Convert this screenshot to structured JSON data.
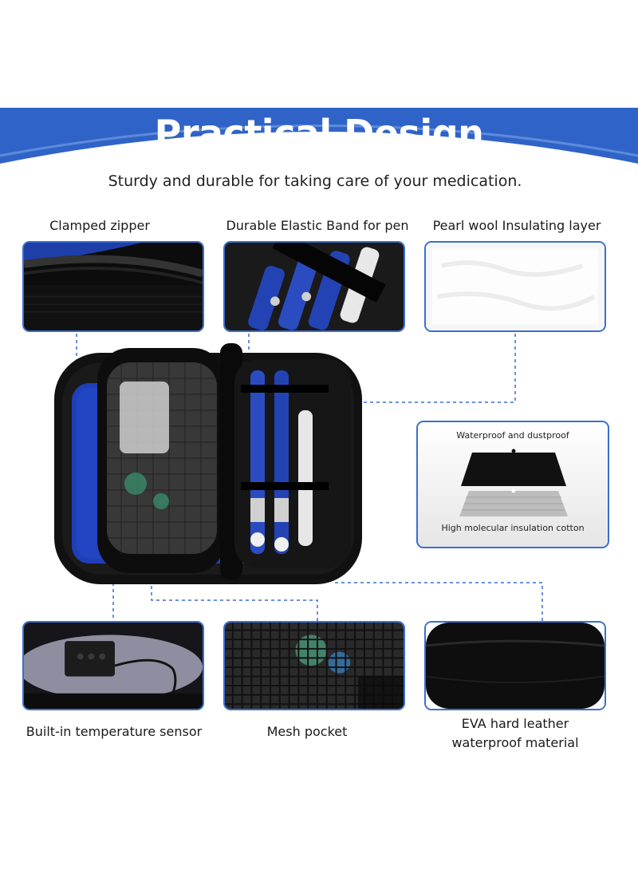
{
  "header": {
    "title": "Practical Design",
    "subtitle": "Sturdy and durable for taking care of your medication.",
    "banner_color": "#2f63c8"
  },
  "features_top": [
    {
      "label": "Clamped zipper",
      "icon": "zipper-icon"
    },
    {
      "label": "Durable Elastic Band for pen",
      "icon": "elastic-band-icon"
    },
    {
      "label": "Pearl wool Insulating layer",
      "icon": "insulating-layer-icon"
    }
  ],
  "callout": {
    "top_text": "Waterproof and dustproof",
    "bottom_text": "High molecular insulation cotton"
  },
  "features_bottom": [
    {
      "label": "Built-in temperature sensor",
      "icon": "temperature-sensor-icon"
    },
    {
      "label": "Mesh pocket",
      "icon": "mesh-pocket-icon"
    },
    {
      "label_line1": "EVA hard leather",
      "label_line2": "waterproof material",
      "icon": "eva-leather-icon"
    }
  ],
  "colors": {
    "accent_blue": "#3a6fd0",
    "case_black": "#141414",
    "ice_pack_blue": "#1f3fb8"
  }
}
